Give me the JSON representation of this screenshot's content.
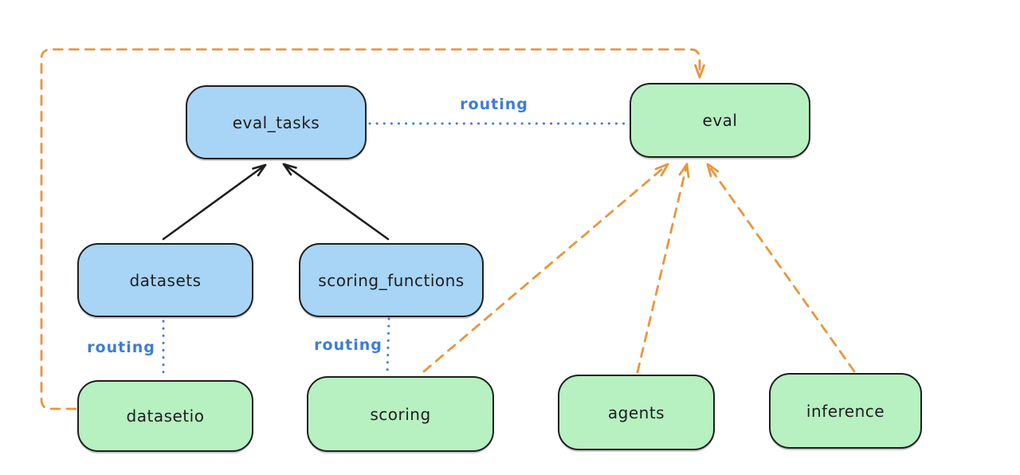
{
  "diagram": {
    "background": "#ffffff",
    "nodes": {
      "eval_tasks": {
        "label": "eval_tasks",
        "fill": "#a8d4f6"
      },
      "eval": {
        "label": "eval",
        "fill": "#b7f0c1"
      },
      "datasets": {
        "label": "datasets",
        "fill": "#a8d4f6"
      },
      "scoring_functions": {
        "label": "scoring_functions",
        "fill": "#a8d4f6"
      },
      "datasetio": {
        "label": "datasetio",
        "fill": "#b7f0c1"
      },
      "scoring": {
        "label": "scoring",
        "fill": "#b7f0c1"
      },
      "agents": {
        "label": "agents",
        "fill": "#b7f0c1"
      },
      "inference": {
        "label": "inference",
        "fill": "#b7f0c1"
      }
    },
    "edges": [
      {
        "from": "datasets",
        "to": "eval_tasks",
        "style": "solid-arrow",
        "color": "#1e1e1e"
      },
      {
        "from": "scoring_functions",
        "to": "eval_tasks",
        "style": "solid-arrow",
        "color": "#1e1e1e"
      },
      {
        "from": "eval_tasks",
        "to": "eval",
        "style": "dotted",
        "color": "#3d7cd9",
        "label": "routing"
      },
      {
        "from": "datasets",
        "to": "datasetio",
        "style": "dotted",
        "color": "#3d7cd9",
        "label": "routing"
      },
      {
        "from": "scoring_functions",
        "to": "scoring",
        "style": "dotted",
        "color": "#3d7cd9",
        "label": "routing"
      },
      {
        "from": "datasetio",
        "to": "eval",
        "style": "dashed-arrow",
        "color": "#e8963c"
      },
      {
        "from": "scoring",
        "to": "eval",
        "style": "dashed-arrow",
        "color": "#e8963c"
      },
      {
        "from": "agents",
        "to": "eval",
        "style": "dashed-arrow",
        "color": "#e8963c"
      },
      {
        "from": "inference",
        "to": "eval",
        "style": "dashed-arrow",
        "color": "#e8963c"
      }
    ],
    "colors": {
      "node_stroke": "#1e1e1e",
      "blue_fill": "#a8d4f6",
      "green_fill": "#b7f0c1",
      "routing_blue": "#3d7cd9",
      "orange_dashed": "#e8963c",
      "black_arrow": "#1e1e1e"
    }
  }
}
